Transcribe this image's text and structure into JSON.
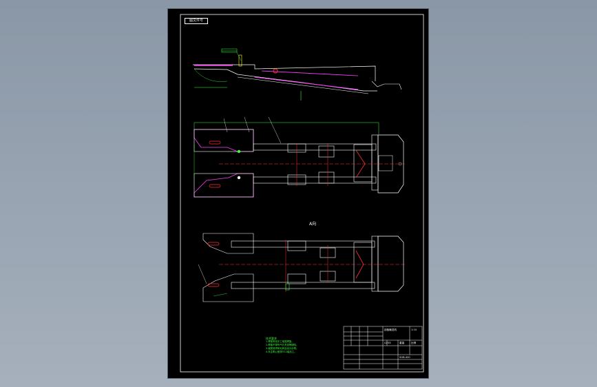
{
  "drawing": {
    "border_tag": "图文件号",
    "bottom_view_label": "A向",
    "colors": {
      "line": "#ffffff",
      "center": "#ff3030",
      "dimension": "#3cff3c",
      "profile": "#ff40ff",
      "leader": "#ffff40",
      "sheet": "#000000"
    }
  },
  "notes": {
    "heading": "技术要求",
    "lines": [
      "1.焊接采用手工电弧焊接。",
      "2.焊缝不得有气孔夹渣等缺陷。",
      "3.装配前清除毛刺及油污杂物。",
      "4.未注明公差按IT12级加工。"
    ]
  },
  "title_block": {
    "name_cell": "刮板输送机",
    "scale_cell": "1:10",
    "code_cell": "SGB-420",
    "material_cell": "Q235",
    "weight_cell": "重量",
    "sheet_cell": "比例"
  }
}
